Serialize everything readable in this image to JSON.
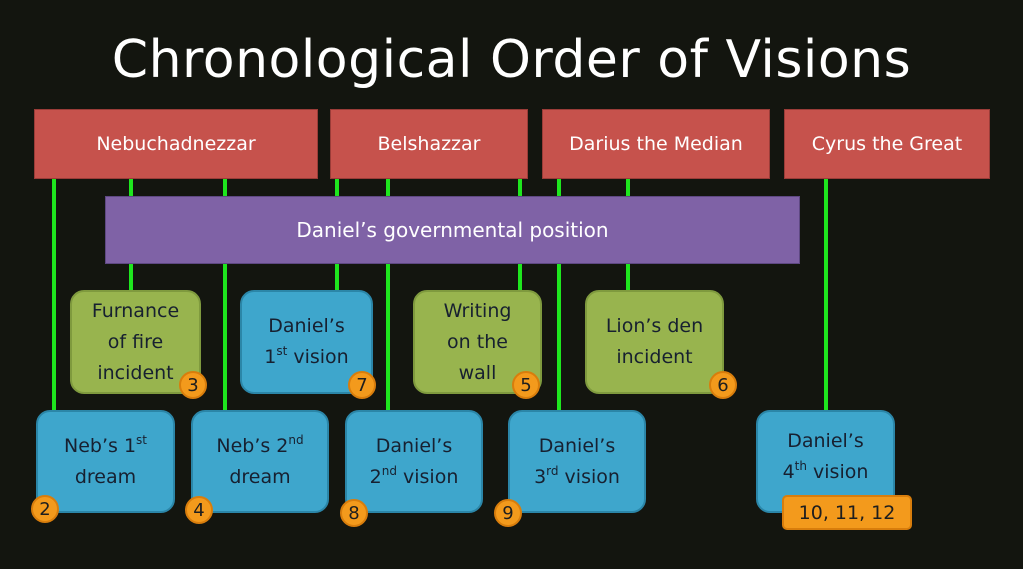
{
  "title": "Chronological Order of Visions",
  "kings": [
    "Nebuchadnezzar",
    "Belshazzar",
    "Darius the Median",
    "Cyrus the Great"
  ],
  "government": "Daniel’s governmental position",
  "incidents": [
    {
      "lines": [
        "Furnance",
        "of fire",
        "incident"
      ],
      "number": "3"
    },
    {
      "lines": [
        "Writing",
        "on the",
        "wall"
      ],
      "number": "5"
    },
    {
      "lines": [
        "Lion’s den",
        "incident"
      ],
      "number": "6"
    }
  ],
  "events": [
    {
      "line1": "Daniel’s",
      "pre": "1",
      "sup": "st",
      "post": " vision",
      "number": "7"
    },
    {
      "line1": "Neb’s 1",
      "line1_sup": "st",
      "line2": "dream",
      "number": "2"
    },
    {
      "line1": "Neb’s 2",
      "line1_sup": "nd",
      "line2": "dream",
      "number": "4"
    },
    {
      "line1": "Daniel’s",
      "pre": "2",
      "sup": "nd",
      "post": " vision",
      "number": "8"
    },
    {
      "line1": "Daniel’s",
      "pre": "3",
      "sup": "rd",
      "post": " vision",
      "number": "9"
    },
    {
      "line1": "Daniel’s",
      "pre": "4",
      "sup": "th",
      "post": " vision",
      "number": "10, 11, 12"
    }
  ],
  "colors": {
    "king": "#c6524c",
    "government": "#7f62a6",
    "incident": "#98b44e",
    "vision": "#3ea6cc",
    "badge": "#f39a1c",
    "connector": "#1ee61e"
  }
}
